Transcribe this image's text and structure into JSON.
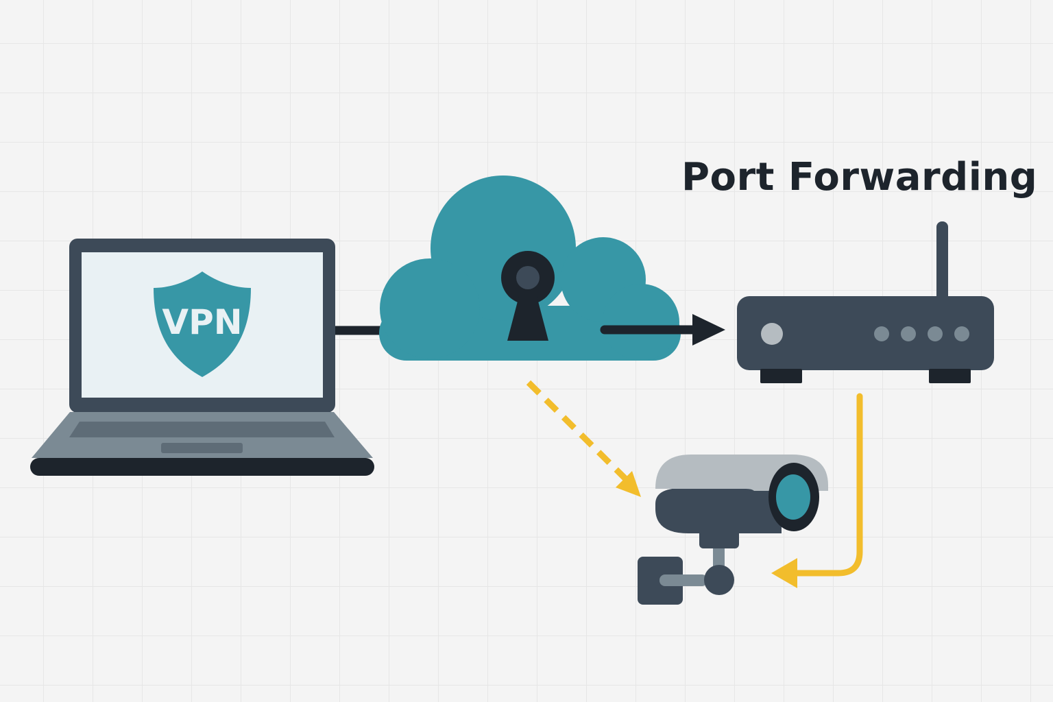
{
  "diagram": {
    "title": "Port Forwarding",
    "vpn_label": "VPN",
    "nodes": [
      {
        "id": "laptop",
        "icon": "laptop-icon"
      },
      {
        "id": "cloud",
        "icon": "cloud-lock-icon"
      },
      {
        "id": "router",
        "icon": "router-icon"
      },
      {
        "id": "camera",
        "icon": "security-camera-icon"
      }
    ],
    "connections": [
      {
        "from": "laptop",
        "to": "cloud",
        "style": "solid",
        "color": "#1d242c"
      },
      {
        "from": "cloud",
        "to": "router",
        "style": "solid",
        "color": "#1d242c"
      },
      {
        "from": "cloud",
        "to": "camera",
        "style": "dashed",
        "color": "#f2bd2c"
      },
      {
        "from": "router",
        "to": "camera",
        "style": "solid",
        "color": "#f2bd2c"
      }
    ]
  },
  "colors": {
    "background": "#f4f4f4",
    "dark": "#3d4a58",
    "darkest": "#1d242c",
    "teal": "#3797a6",
    "screen": "#e9f1f4",
    "yellow": "#f2bd2c",
    "gray": "#7b8a94"
  }
}
